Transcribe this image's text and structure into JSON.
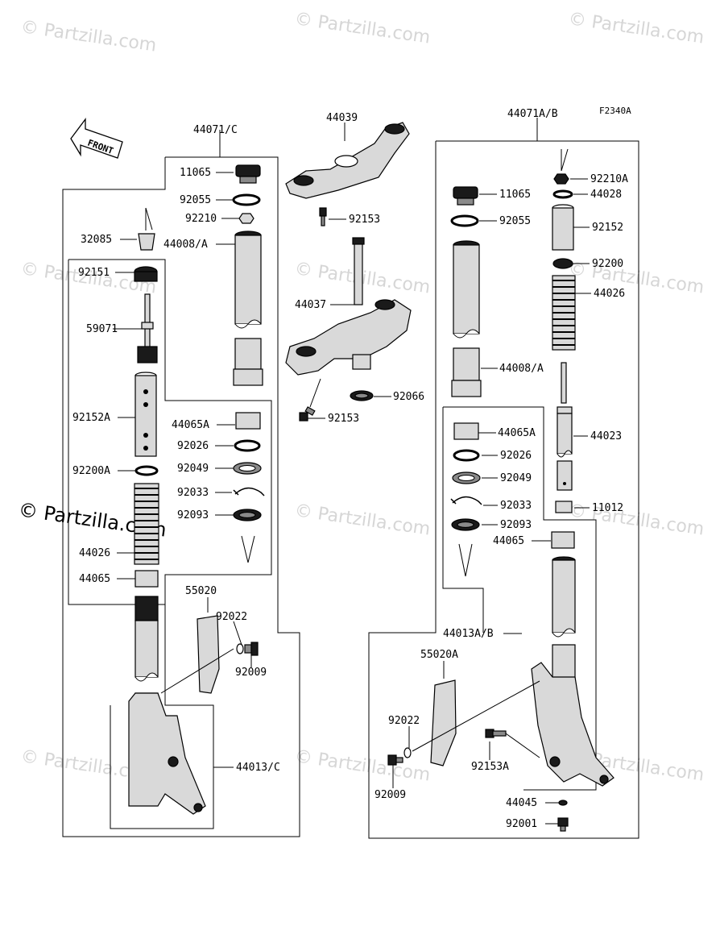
{
  "diagram": {
    "code": "F2340A",
    "front_label": "FRONT",
    "watermark": "© Partzilla.com",
    "watermark_prominent": "© Partzilla.com"
  },
  "labels": {
    "l44071C": "44071/C",
    "l44039": "44039",
    "l44071AB": "44071A/B",
    "l11065_left": "11065",
    "l92055_left": "92055",
    "l92210_left": "92210",
    "l32085": "32085",
    "l44008A_left": "44008/A",
    "l92151": "92151",
    "l59071": "59071",
    "l92152A": "92152A",
    "l44065A_left": "44065A",
    "l92026_left": "92026",
    "l92049_left": "92049",
    "l92200A_left": "92200A",
    "l92033_left": "92033",
    "l92093_left": "92093",
    "l44026_left": "44026",
    "l44065_left": "44065",
    "l55020": "55020",
    "l92022_left": "92022",
    "l92009_left": "92009",
    "l44013C": "44013/C",
    "l92153_top": "92153",
    "l44037": "44037",
    "l92066": "92066",
    "l92153_mid": "92153",
    "l11065_right": "11065",
    "l92055_right": "92055",
    "l92210A": "92210A",
    "l44028": "44028",
    "l92152": "92152",
    "l92200": "92200",
    "l44026_right": "44026",
    "l44008A_right": "44008/A",
    "l44065A_right": "44065A",
    "l44023": "44023",
    "l92026_right": "92026",
    "l92049_right": "92049",
    "l92033_right": "92033",
    "l11012": "11012",
    "l92093_right": "92093",
    "l44065_right": "44065",
    "l44013AB": "44013A/B",
    "l55020A": "55020A",
    "l92022_right": "92022",
    "l92153A": "92153A",
    "l92009_right": "92009",
    "l44045": "44045",
    "l92001": "92001"
  }
}
